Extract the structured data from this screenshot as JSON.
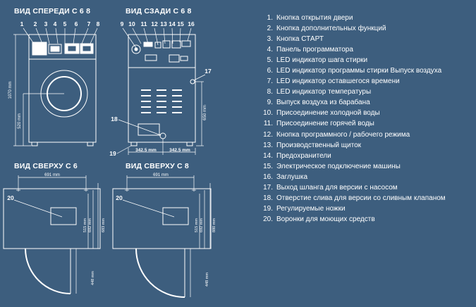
{
  "views": {
    "front": {
      "title": "ВИД СПЕРЕДИ С 6 8",
      "callouts": [
        "1",
        "2",
        "3",
        "4",
        "5",
        "6",
        "7",
        "8"
      ],
      "dim_height": "1070 mm",
      "dim_door": "520 mm"
    },
    "back": {
      "title": "ВИД СЗАДИ С 6 8",
      "callouts": [
        "9",
        "10",
        "11",
        "12",
        "13",
        "14",
        "15",
        "16"
      ],
      "callout_17": "17",
      "callout_18": "18",
      "callout_19": "19",
      "dim_side": "650 mm",
      "dim_left": "342.5 mm",
      "dim_right": "342.5 mm"
    },
    "top_c6": {
      "title": "ВИД СВЕРХУ С 6",
      "callout": "20",
      "dim_width": "691 mm",
      "dim_a": "515 mm",
      "dim_b": "692 mm",
      "dim_c": "683 mm",
      "dim_door": "448 mm"
    },
    "top_c8": {
      "title": "ВИД СВЕРХУ С 8",
      "callout": "20",
      "dim_width": "691 mm",
      "dim_a": "515 mm",
      "dim_b": "692 mm",
      "dim_c": "880 mm",
      "dim_door": "448 mm"
    }
  },
  "legend": [
    {
      "num": "1.",
      "text": "Кнопка открытия двери"
    },
    {
      "num": "2.",
      "text": "Кнопка дополнительных функций"
    },
    {
      "num": "3.",
      "text": "Кнопка СТАРТ"
    },
    {
      "num": "4.",
      "text": "Панель программатора"
    },
    {
      "num": "5.",
      "text": "LED индикатор шага стирки"
    },
    {
      "num": "6.",
      "text": "LED индикатор программы стирки Выпуск воздуха"
    },
    {
      "num": "7.",
      "text": "LED индикатор оставшегося времени"
    },
    {
      "num": "8.",
      "text": "LED индикатор температуры"
    },
    {
      "num": "9.",
      "text": "Выпуск воздуха из барабана"
    },
    {
      "num": "10.",
      "text": "Присоединение холодной воды"
    },
    {
      "num": "11.",
      "text": "Присоединение горячей воды"
    },
    {
      "num": "12.",
      "text": "Кнопка программного / рабочего режима"
    },
    {
      "num": "13.",
      "text": "Производственный щиток"
    },
    {
      "num": "14.",
      "text": "Предохранители"
    },
    {
      "num": "15.",
      "text": "Электрическое подключение машины"
    },
    {
      "num": "16.",
      "text": "Заглушка"
    },
    {
      "num": "17.",
      "text": "Выход шланга для версии с насосом"
    },
    {
      "num": "18.",
      "text": "Отверстие слива для версии со сливным клапаном"
    },
    {
      "num": "19.",
      "text": "Регулируемые ножки"
    },
    {
      "num": "20.",
      "text": "Воронки для моющих средств"
    }
  ],
  "colors": {
    "background": "#3d5e7e",
    "line": "#ffffff"
  }
}
